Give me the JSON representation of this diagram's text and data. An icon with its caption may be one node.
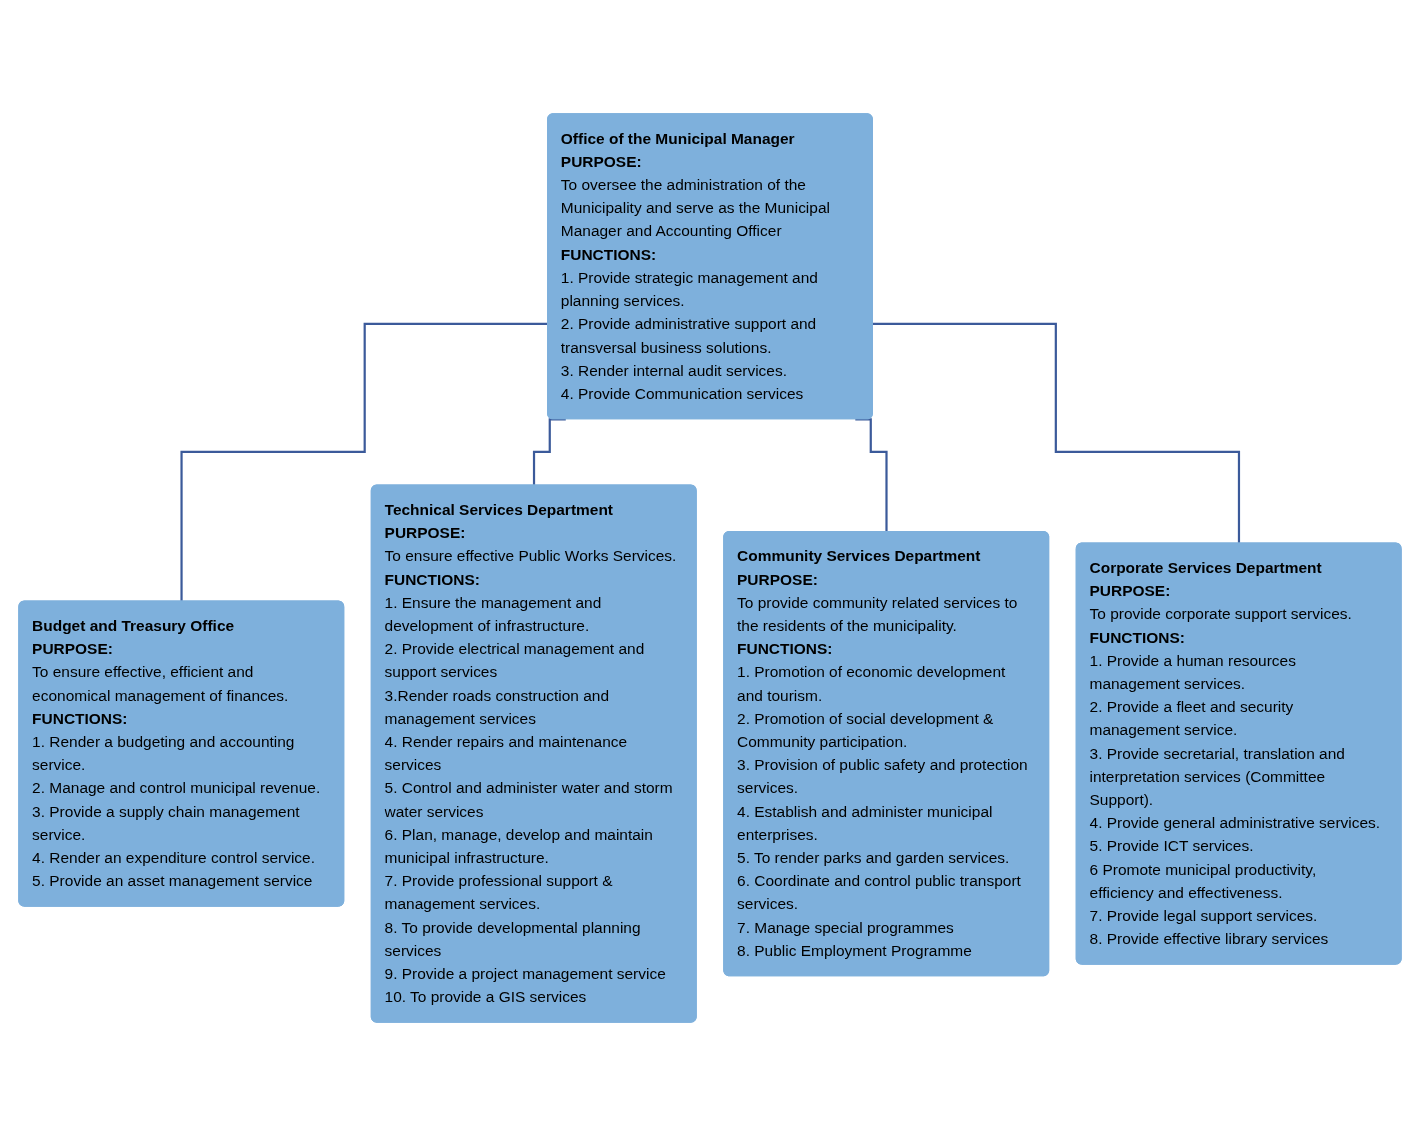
{
  "diagram": {
    "nodes": [
      {
        "text": [
          "Office of the Municipal Manager",
          "PURPOSE:",
          "To oversee the administration of the Municipality and serve as the Municipal Manager and Accounting Officer",
          "FUNCTIONS:",
          "1. Provide strategic management and planning services.",
          "2. Provide administrative support and transversal business solutions.",
          "3. Render internal audit services.",
          "4. Provide Communication services"
        ]
      },
      {
        "text": [
          "Budget and Treasury Office",
          "PURPOSE:",
          "To ensure effective, efficient and economical management of finances.",
          "FUNCTIONS:",
          "1. Render a budgeting and accounting service.",
          "2. Manage and control municipal revenue.",
          "3. Provide a supply chain management service.",
          "4. Render an expenditure control service.",
          "5. Provide an asset management service"
        ]
      },
      {
        "text": [
          "Technical Services Department",
          "PURPOSE:",
          "To ensure effective Public Works Services.",
          "FUNCTIONS:",
          "1. Ensure the management and development of infrastructure.",
          "2. Provide electrical management and support services",
          "3.Render roads construction and management services",
          "4. Render repairs and maintenance services",
          "5. Control and administer water and storm water services",
          "6. Plan, manage, develop and maintain municipal infrastructure.",
          "7. Provide professional support & management services.",
          "8. To provide developmental planning services",
          "9. Provide a project management service",
          "10. To provide a GIS services"
        ]
      },
      {
        "text": [
          "Community Services Department",
          "PURPOSE:",
          "To provide community related services to the residents of the municipality.",
          "FUNCTIONS:",
          "1. Promotion of economic development and tourism.",
          "2. Promotion of social development & Community participation.",
          "3. Provision of public safety and protection services.",
          "4. Establish and administer municipal enterprises.",
          "5. To render parks and garden services.",
          "6. Coordinate and control public transport services.",
          "7. Manage special programmes",
          "8. Public Employment Programme"
        ]
      },
      {
        "text": [
          "Corporate Services Department",
          "PURPOSE:",
          "To provide corporate support services.",
          "FUNCTIONS:",
          "1. Provide a human resources management services.",
          "2. Provide a fleet and security management service.",
          "3. Provide secretarial, translation and interpretation services (Committee Support).",
          "4. Provide general administrative services.",
          "5. Provide ICT services.",
          "6 Promote municipal productivity, efficiency and effectiveness.",
          "7. Provide legal support services.",
          "8. Provide effective library services"
        ]
      }
    ],
    "edges": [
      {
        "from": 0,
        "to": 1,
        "arrow": "none"
      },
      {
        "from": 0,
        "to": 2,
        "arrow": "none"
      },
      {
        "from": 0,
        "to": 3,
        "arrow": "none"
      },
      {
        "from": 0,
        "to": 4,
        "arrow": "none"
      }
    ]
  }
}
